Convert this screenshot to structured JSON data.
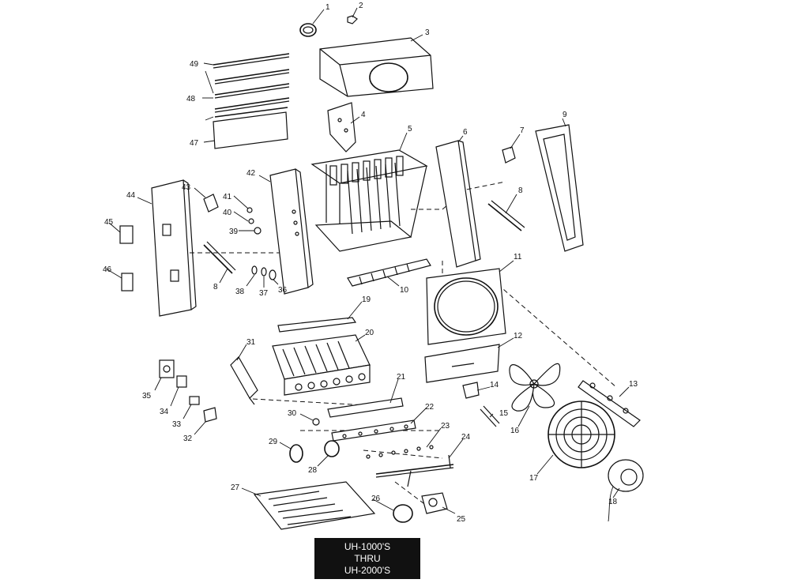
{
  "title_block": {
    "line1": "UH-1000'S",
    "line2": "THRU",
    "line3": "UH-2000'S"
  },
  "callouts": [
    "1",
    "2",
    "3",
    "4",
    "5",
    "6",
    "7",
    "8",
    "9",
    "10",
    "11",
    "12",
    "13",
    "14",
    "15",
    "16",
    "17",
    "18",
    "19",
    "20",
    "21",
    "22",
    "23",
    "24",
    "25",
    "26",
    "27",
    "28",
    "29",
    "30",
    "31",
    "32",
    "33",
    "34",
    "35",
    "36",
    "37",
    "38",
    "39",
    "40",
    "41",
    "42",
    "43",
    "44",
    "45",
    "46",
    "47",
    "48",
    "49",
    "8"
  ]
}
